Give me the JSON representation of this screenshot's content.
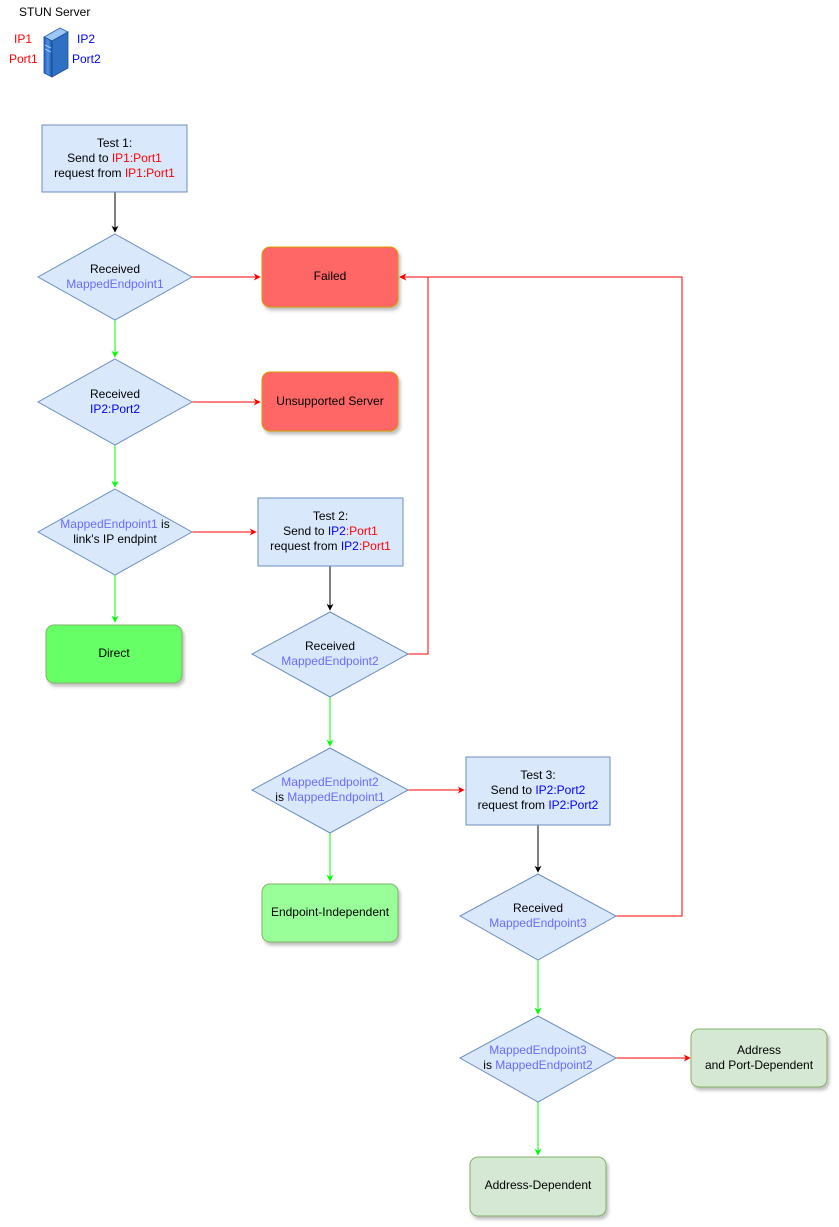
{
  "legend": {
    "title": "STUN Server",
    "ip1": "IP1",
    "port1": "Port1",
    "ip2": "IP2",
    "port2": "Port2"
  },
  "test1": {
    "title": "Test 1:",
    "send_prefix": "Send to ",
    "send_target": "IP1:Port1",
    "req_prefix": "request from ",
    "req_source": "IP1:Port1"
  },
  "d1": {
    "line1": "Received",
    "line2": "MappedEndpoint1"
  },
  "failed": {
    "label": "Failed"
  },
  "d2": {
    "line1": "Received",
    "line2": "IP2:Port2"
  },
  "unsupported": {
    "label": "Unsupported Server"
  },
  "d3": {
    "line1_a": "MappedEndpoint1",
    "line1_b": " is",
    "line2": "link's IP endpint"
  },
  "test2": {
    "title": "Test 2:",
    "send_prefix": "Send to ",
    "send_ip": "IP2",
    "send_port": ":Port1",
    "req_prefix": "request from ",
    "req_ip": "IP2",
    "req_port": ":Port1"
  },
  "direct": {
    "label": "Direct"
  },
  "d4": {
    "line1": "Received",
    "line2": "MappedEndpoint2"
  },
  "d5": {
    "line1": "MappedEndpoint2",
    "line2_prefix": "is ",
    "line2": "MappedEndpoint1"
  },
  "test3": {
    "title": "Test 3:",
    "send_prefix": "Send to ",
    "send_target": "IP2:Port2",
    "req_prefix": "request from ",
    "req_source": "IP2:Port2"
  },
  "endpoint_independent": {
    "label": "Endpoint-Independent"
  },
  "d6": {
    "line1": "Received",
    "line2": "MappedEndpoint3"
  },
  "d7": {
    "line1": "MappedEndpoint3",
    "line2_prefix": "is ",
    "line2": "MappedEndpoint2"
  },
  "addr_port_dependent": {
    "line1": "Address",
    "line2": "and Port-Dependent"
  },
  "address_dependent": {
    "label": "Address-Dependent"
  },
  "colors": {
    "process_fill": "#dae8fc",
    "process_stroke": "#6c8ebf",
    "fail_fill": "#ff6666",
    "fail_stroke": "#d79b00",
    "success_fill": "#99ff99",
    "success_stroke": "#82b366",
    "soft_fill": "#d5e8d4",
    "yes_edge": "#00ff00",
    "no_edge": "#ff0000",
    "flow_edge": "#000000"
  },
  "icons": {
    "server": "server-icon"
  }
}
